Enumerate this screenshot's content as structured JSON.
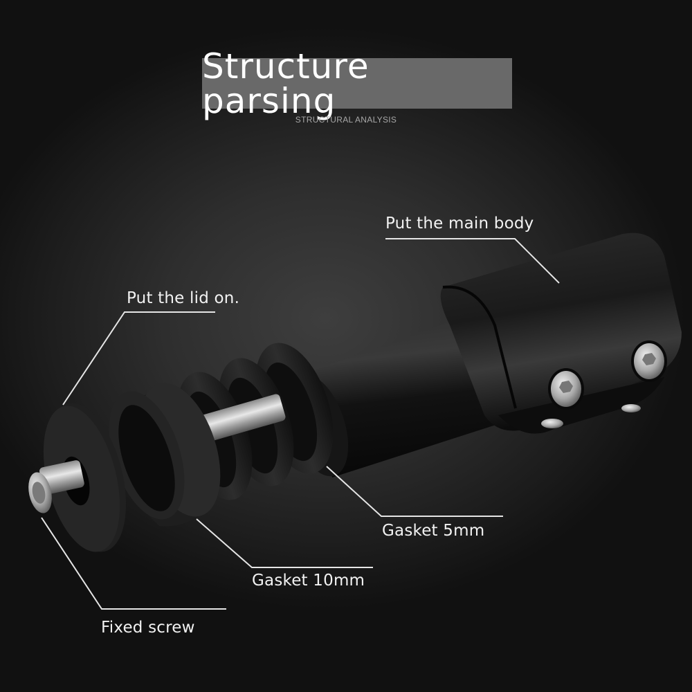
{
  "header": {
    "title": "Structure parsing",
    "subtitle": "STRUCTURAL ANALYSIS"
  },
  "callouts": [
    {
      "id": "main-body",
      "label": "Put the main body"
    },
    {
      "id": "lid",
      "label": "Put the lid on."
    },
    {
      "id": "gasket-5mm",
      "label": "Gasket 5mm"
    },
    {
      "id": "gasket-10mm",
      "label": "Gasket 10mm"
    },
    {
      "id": "fixed-screw",
      "label": "Fixed screw"
    }
  ],
  "colors": {
    "background": "#2e2e2e",
    "title_box": "#696969",
    "label_text": "#f2f2f2",
    "leader_line": "#e6e6e6"
  }
}
